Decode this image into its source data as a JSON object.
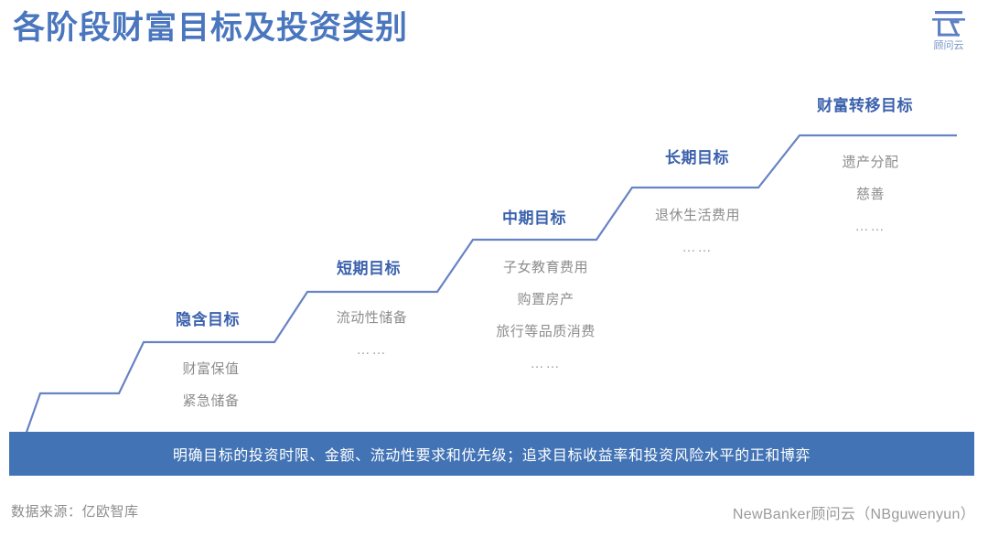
{
  "header": {
    "title": "各阶段财富目标及投资类别",
    "logo": {
      "name": "yun-cloud-logo",
      "wordmark": "顾问云"
    }
  },
  "chart_data": {
    "type": "diagram",
    "title": "各阶段财富目标及投资类别",
    "layout": "ascending-staircase",
    "accent_color": "#4273b5",
    "heading_color": "#3c62ad",
    "item_color": "#8d8d8d",
    "steps": [
      {
        "heading": "隐含目标",
        "items": [
          "财富保值",
          "紧急储备"
        ]
      },
      {
        "heading": "短期目标",
        "items": [
          "流动性储备",
          "……"
        ]
      },
      {
        "heading": "中期目标",
        "items": [
          "子女教育费用",
          "购置房产",
          "旅行等品质消费",
          "……"
        ]
      },
      {
        "heading": "长期目标",
        "items": [
          "退休生活费用",
          "……"
        ]
      },
      {
        "heading": "财富转移目标",
        "items": [
          "遗产分配",
          "慈善",
          "……"
        ]
      }
    ]
  },
  "banner": {
    "text": "明确目标的投资时限、金额、流动性要求和优先级；追求目标收益率和投资风险水平的正和博弈"
  },
  "footer": {
    "source": "数据来源：亿欧智库",
    "brand": "NewBanker顾问云（NBguwenyun）"
  }
}
